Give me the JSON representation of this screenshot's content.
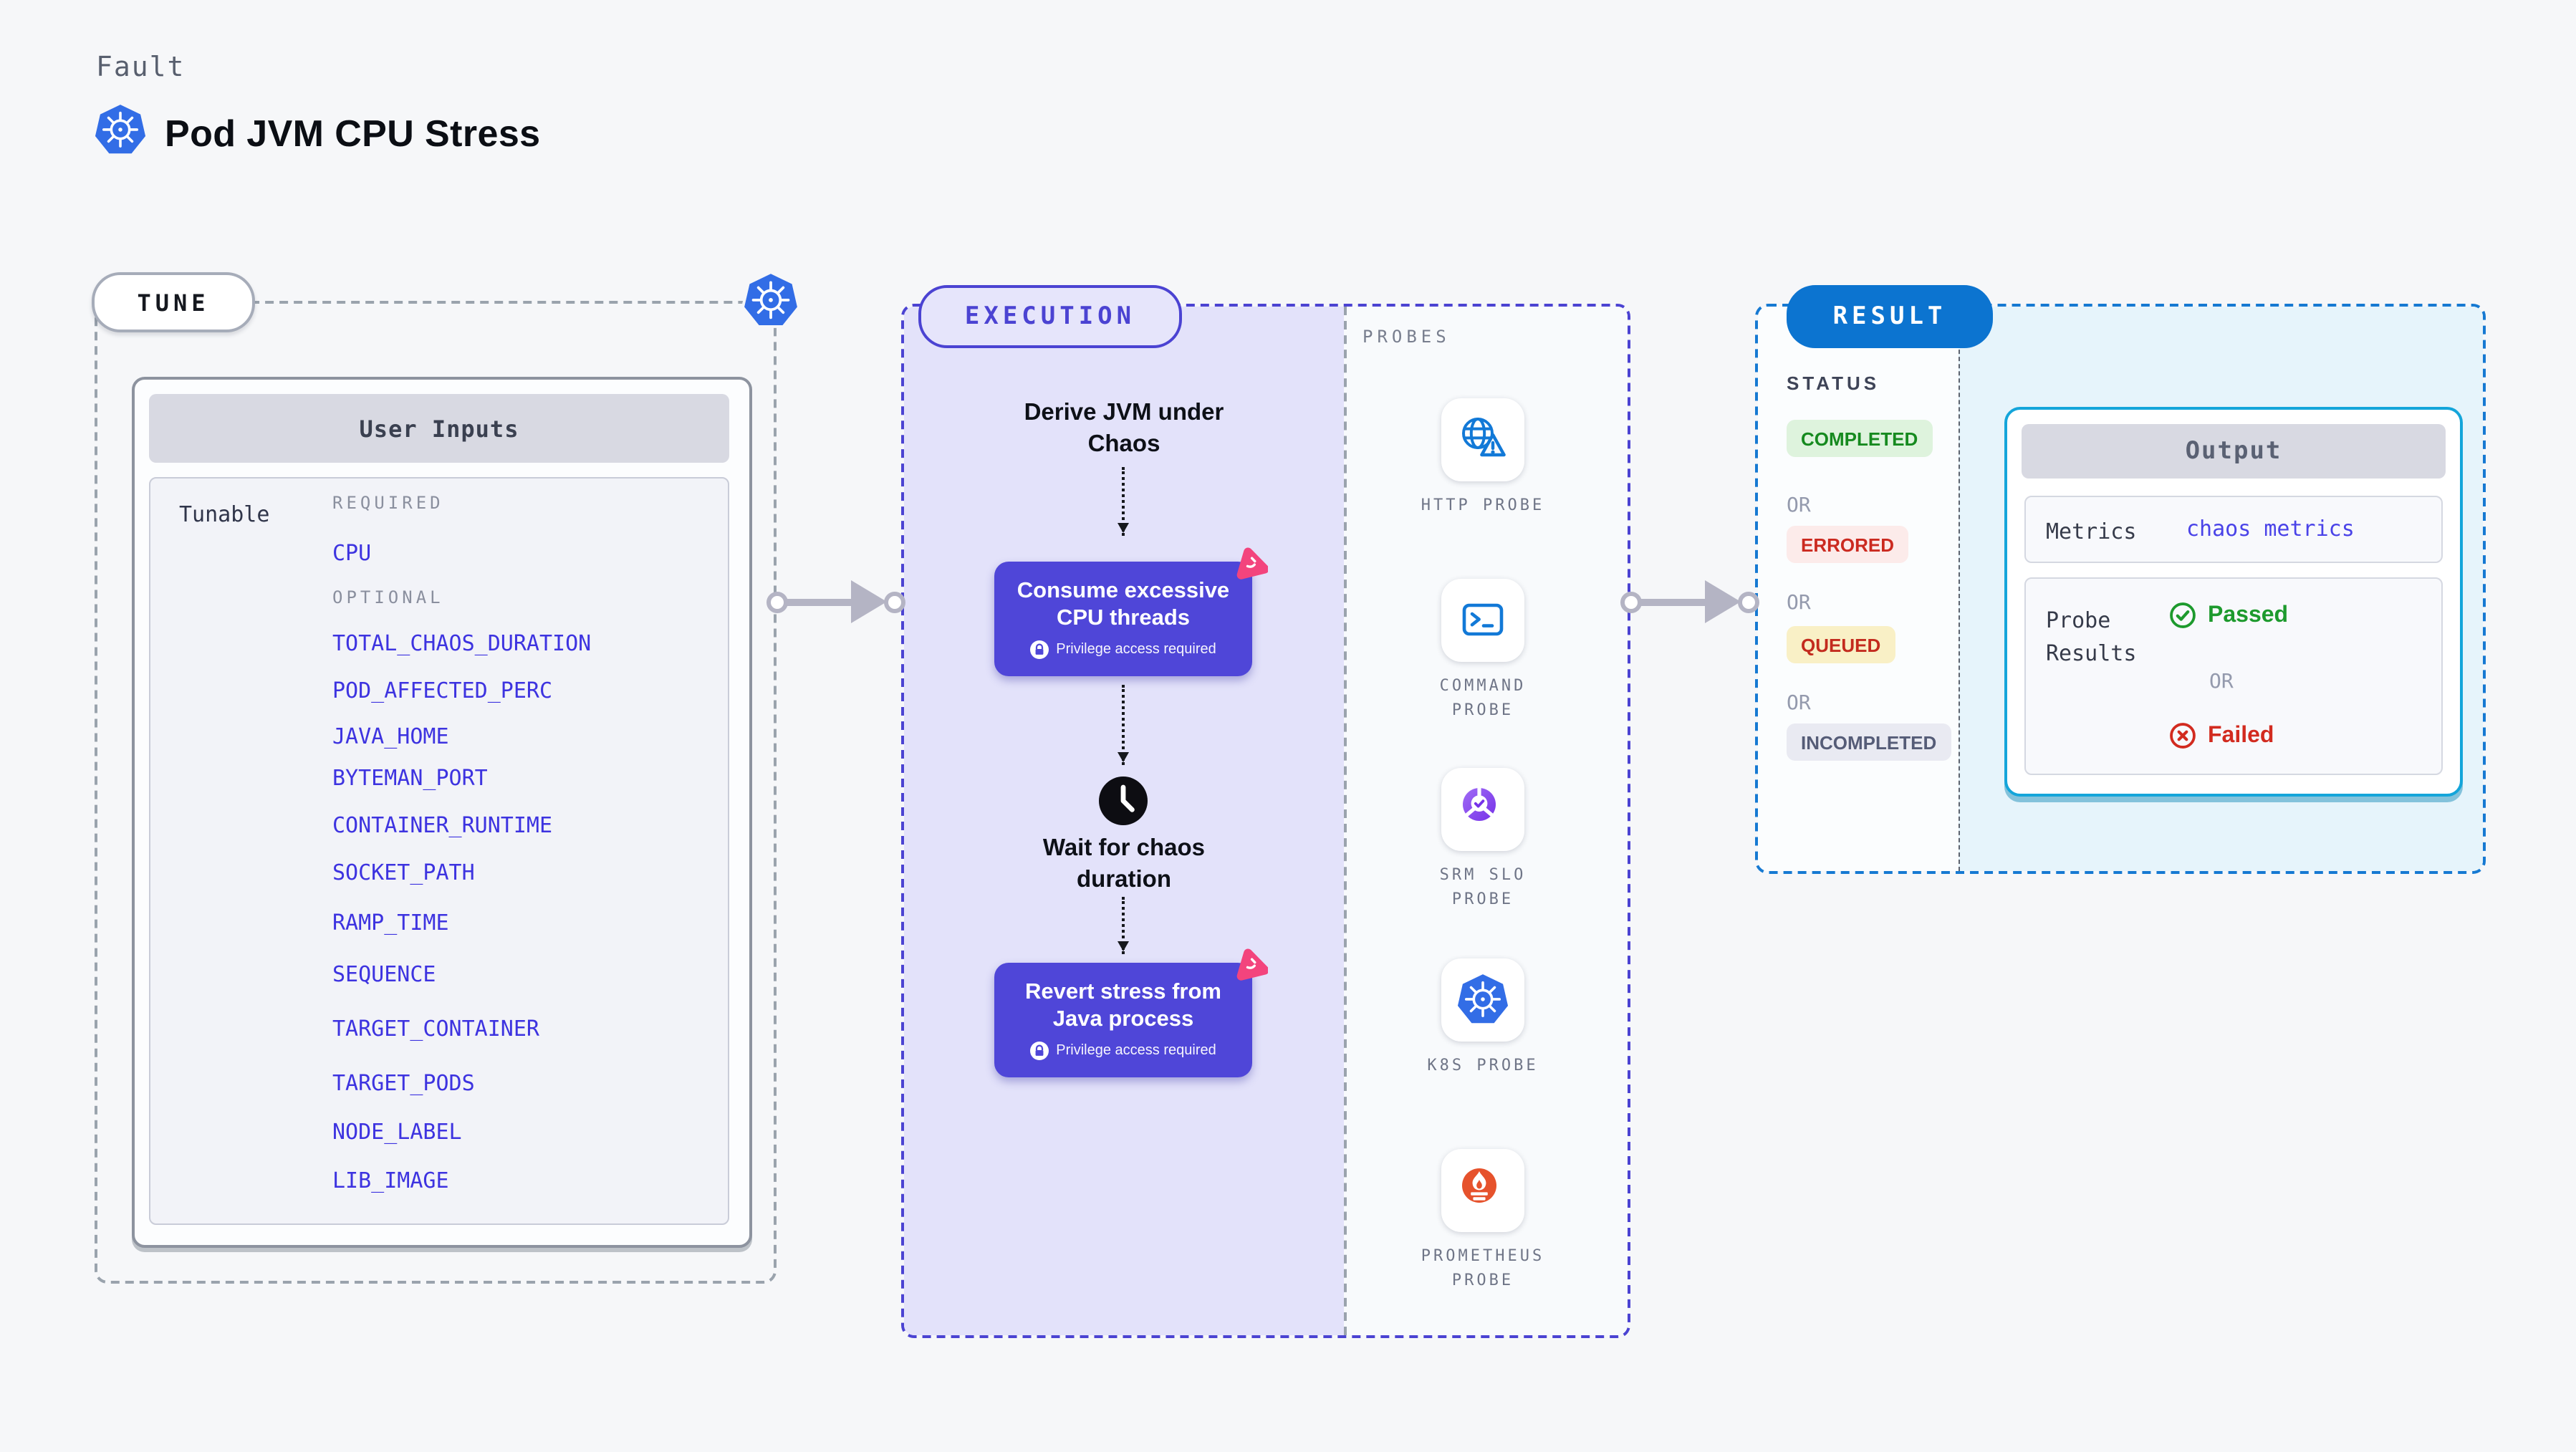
{
  "page": {
    "kicker": "Fault",
    "title": "Pod JVM CPU Stress"
  },
  "colors": {
    "kubernetes_blue": "#326de6",
    "param_blue": "#3d33e0",
    "execution_indigo": "#4b43d2",
    "action_box_indigo": "#4f46d8",
    "chaos_pink": "#f3447d",
    "probe_icon_blue": "#1279d7",
    "srm_purple": "#7632e8",
    "prometheus_orange": "#e6522c",
    "result_blue": "#0c74d0",
    "output_border_cyan": "#14a5da",
    "passed_green": "#1d9a2d",
    "failed_red": "#d22b1f"
  },
  "tune": {
    "badge": "TUNE",
    "card_title": "User Inputs",
    "row_label": "Tunable",
    "items": [
      {
        "kind": "section",
        "text": "REQUIRED"
      },
      {
        "kind": "param",
        "text": "CPU"
      },
      {
        "kind": "section",
        "text": "OPTIONAL"
      },
      {
        "kind": "param",
        "text": "TOTAL_CHAOS_DURATION"
      },
      {
        "kind": "param",
        "text": "POD_AFFECTED_PERC"
      },
      {
        "kind": "param",
        "text": "JAVA_HOME"
      },
      {
        "kind": "param",
        "text": "BYTEMAN_PORT"
      },
      {
        "kind": "param",
        "text": "CONTAINER_RUNTIME"
      },
      {
        "kind": "param",
        "text": "SOCKET_PATH"
      },
      {
        "kind": "param",
        "text": "RAMP_TIME"
      },
      {
        "kind": "param",
        "text": "SEQUENCE"
      },
      {
        "kind": "param",
        "text": "TARGET_CONTAINER"
      },
      {
        "kind": "param",
        "text": "TARGET_PODS"
      },
      {
        "kind": "param",
        "text": "NODE_LABEL"
      },
      {
        "kind": "param",
        "text": "LIB_IMAGE"
      }
    ]
  },
  "execution": {
    "badge": "EXECUTION",
    "steps": {
      "derive": "Derive JVM under Chaos",
      "consume": "Consume excessive CPU threads",
      "wait": "Wait for chaos duration",
      "revert": "Revert stress from Java process"
    },
    "privilege_note": "Privilege access required"
  },
  "probes": {
    "label": "PROBES",
    "items": [
      {
        "name": "http-probe",
        "label": "HTTP PROBE"
      },
      {
        "name": "command-probe",
        "label": "COMMAND PROBE"
      },
      {
        "name": "srm-slo-probe",
        "label": "SRM SLO PROBE"
      },
      {
        "name": "k8s-probe",
        "label": "K8S PROBE"
      },
      {
        "name": "prometheus-probe",
        "label": "PROMETHEUS PROBE"
      }
    ]
  },
  "result": {
    "badge": "RESULT",
    "status_label": "STATUS",
    "or_label": "OR",
    "statuses": [
      {
        "text": "COMPLETED",
        "fg": "#168a1f",
        "bg": "#def3dd"
      },
      {
        "text": "ERRORED",
        "fg": "#cb2a20",
        "bg": "#fcebea"
      },
      {
        "text": "QUEUED",
        "fg": "#c32b1e",
        "bg": "#f9f0c6"
      },
      {
        "text": "INCOMPLETED",
        "fg": "#555c77",
        "bg": "#e9eaf2"
      }
    ],
    "output": {
      "title": "Output",
      "metrics_label": "Metrics",
      "metrics_value": "chaos metrics",
      "probe_results_label": "Probe Results",
      "passed": "Passed",
      "failed": "Failed"
    }
  }
}
